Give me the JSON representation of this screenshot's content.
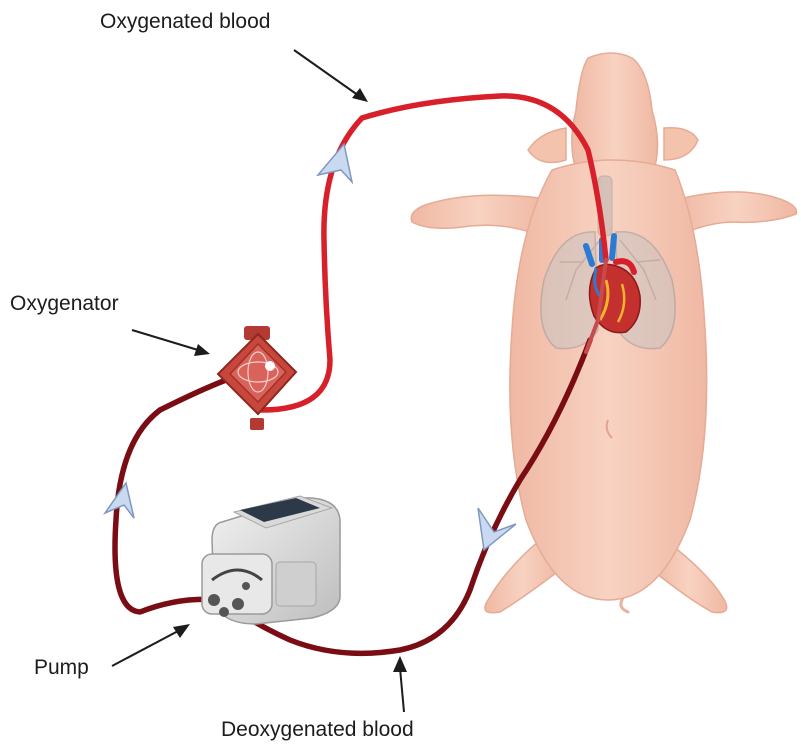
{
  "labels": {
    "oxygenated_blood": "Oxygenated blood",
    "oxygenator": "Oxygenator",
    "pump": "Pump",
    "deoxygenated_blood": "Deoxygenated blood"
  },
  "colors": {
    "oxygenated": "#d8202a",
    "deoxygenated": "#7a0d14",
    "pig_skin": "#f6c9b6",
    "flow_arrow": "#c9d9f0"
  },
  "icons": [
    "pig-icon",
    "heart-icon",
    "lungs-icon",
    "oxygenator-icon",
    "pump-icon",
    "flow-arrow-icon"
  ]
}
